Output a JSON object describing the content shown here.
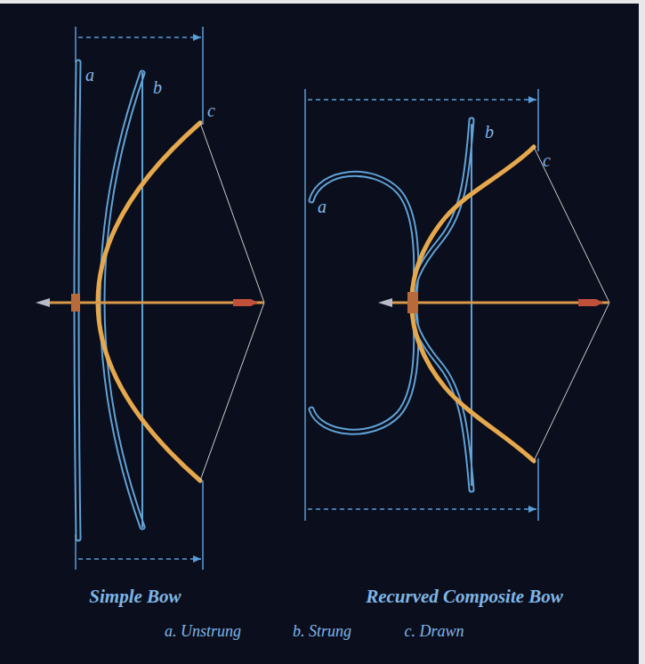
{
  "diagram": {
    "labels": [
      "a",
      "b",
      "c",
      "a",
      "b",
      "c",
      "Simple Bow",
      "Recurved Composite Bow",
      "a. Unstrung",
      "b. Strung",
      "c. Drawn"
    ]
  }
}
